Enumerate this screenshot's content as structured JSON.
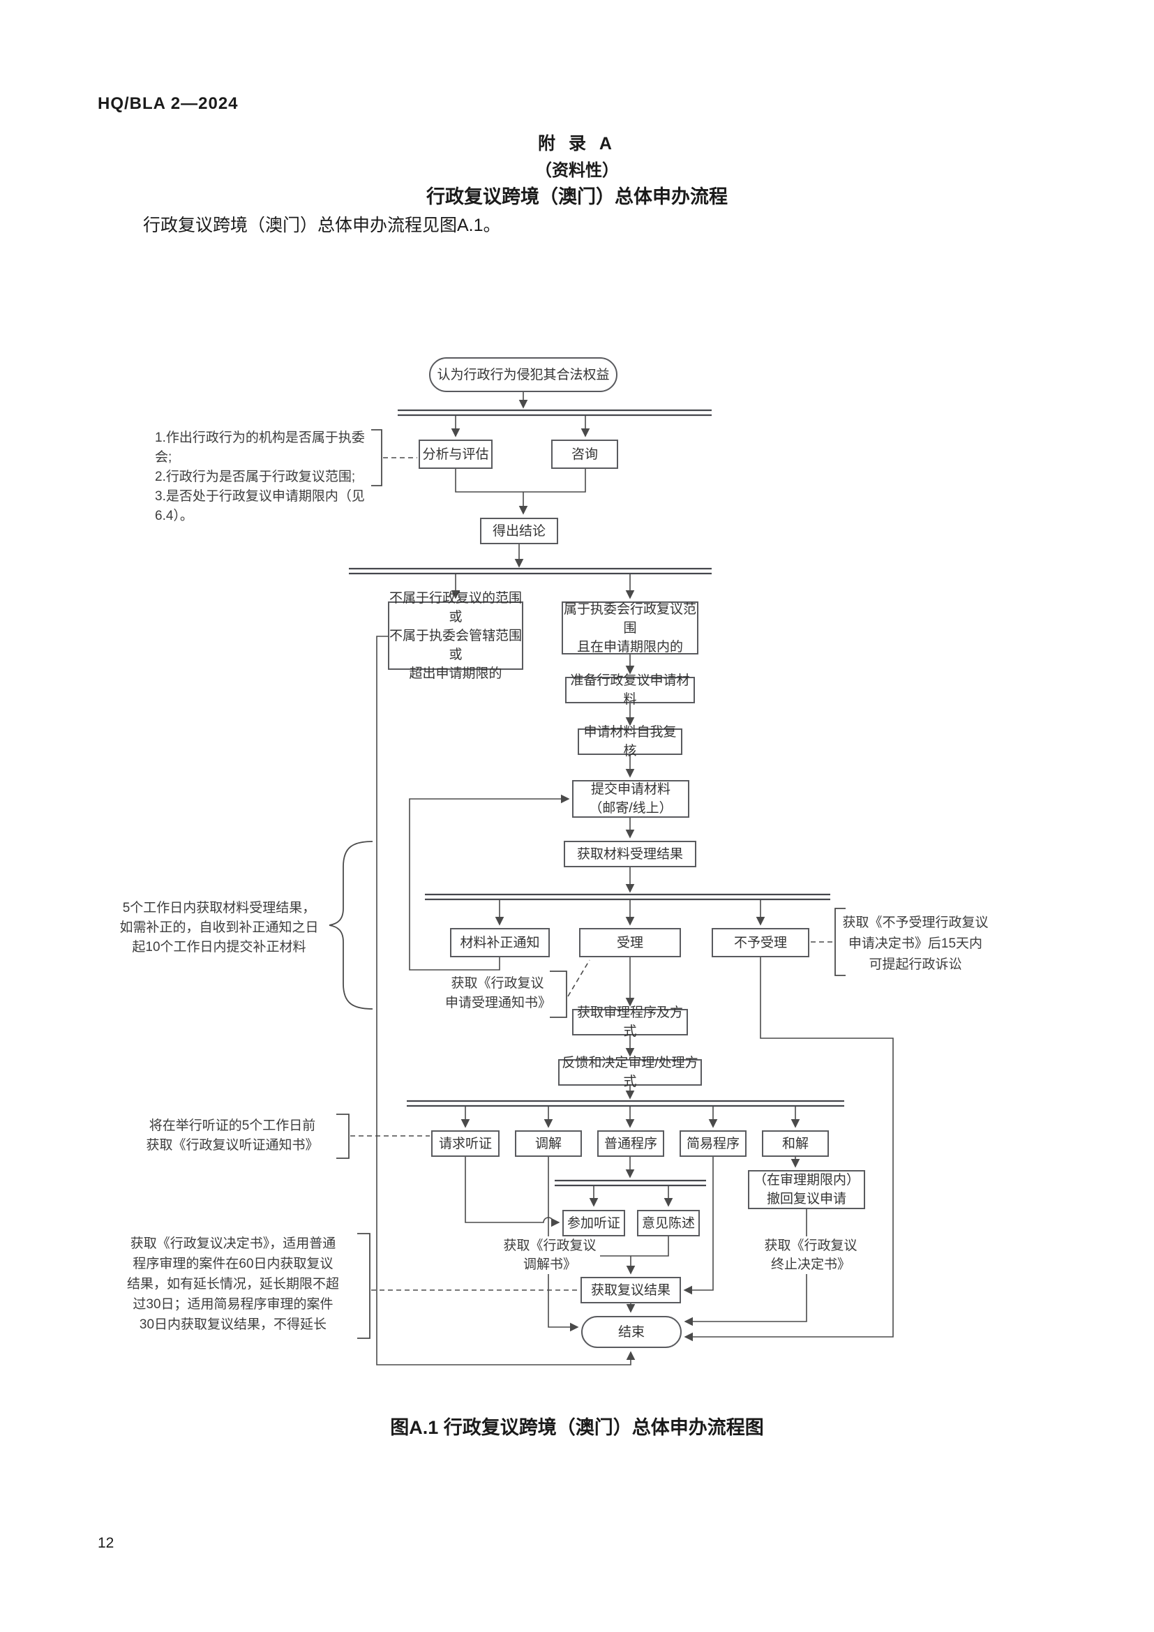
{
  "page": {
    "header": "HQ/BLA 2—2024",
    "page_number": "12"
  },
  "appendix": {
    "title": "附  录  A",
    "subtitle": "（资料性）",
    "heading": "行政复议跨境（澳门）总体申办流程",
    "intro": "行政复议跨境（澳门）总体申办流程见图A.1。",
    "caption": "图A.1 行政复议跨境（澳门）总体申办流程图"
  },
  "colors": {
    "line": "#4a4a4a",
    "bar": "#44464c",
    "box_border": "#595a5e",
    "text": "#333333"
  },
  "flowchart": {
    "nodes": {
      "start": "认为行政行为侵犯其合法权益",
      "analysis": "分析与评估",
      "consult": "咨询",
      "conclusion": "得出结论",
      "not_in_scope": {
        "lines": [
          "不属于行政复议的范围或",
          "不属于执委会管辖范围或",
          "超出申请期限的"
        ]
      },
      "in_scope": {
        "lines": [
          "属于执委会行政复议范围",
          "且在申请期限内的"
        ]
      },
      "prepare": "准备行政复议申请材料",
      "self_check": "申请材料自我复核",
      "submit": {
        "lines": [
          "提交申请材料",
          "（邮寄/线上）"
        ]
      },
      "material_result": "获取材料受理结果",
      "supplement_notice": "材料补正通知",
      "accept": "受理",
      "reject": "不予受理",
      "procedure_mode": "获取审理程序及方式",
      "feedback": "反馈和决定审理/处理方式",
      "request_hearing": "请求听证",
      "mediation": "调解",
      "normal_procedure": "普通程序",
      "simple_procedure": "简易程序",
      "settlement": "和解",
      "attend_hearing": "参加听证",
      "statement": "意见陈述",
      "withdraw": {
        "lines": [
          "（在审理期限内）",
          "撤回复议申请"
        ]
      },
      "final_result": "获取复议结果",
      "end": "结束"
    },
    "annotations": {
      "assessment_items": {
        "lines": [
          "1.作出行政行为的机构是否属于执委会;",
          "2.行政行为是否属于行政复议范围;",
          "3.是否处于行政复议申请期限内（见6.4）。"
        ]
      },
      "supplement_deadline": {
        "lines": [
          "5个工作日内获取材料受理结果，",
          "如需补正的，自收到补正通知之日",
          "起10个工作日内提交补正材料"
        ]
      },
      "acceptance_notice": {
        "lines": [
          "获取《行政复议",
          "申请受理通知书》"
        ]
      },
      "rejection_notice": {
        "lines": [
          "获取《不予受理行政复议",
          "申请决定书》后15天内",
          "可提起行政诉讼"
        ]
      },
      "hearing_notice": {
        "lines": [
          "将在举行听证的5个工作日前",
          "获取《行政复议听证通知书》"
        ]
      },
      "mediation_doc": {
        "lines": [
          "获取《行政复议",
          "调解书》"
        ]
      },
      "termination_doc": {
        "lines": [
          "获取《行政复议",
          "终止决定书》"
        ]
      },
      "decision_doc": {
        "lines": [
          "获取《行政复议决定书》，适用普通",
          "程序审理的案件在60日内获取复议",
          "结果，如有延长情况，延长期限不超",
          "过30日；适用简易程序审理的案件",
          "30日内获取复议结果，不得延长"
        ]
      }
    }
  }
}
